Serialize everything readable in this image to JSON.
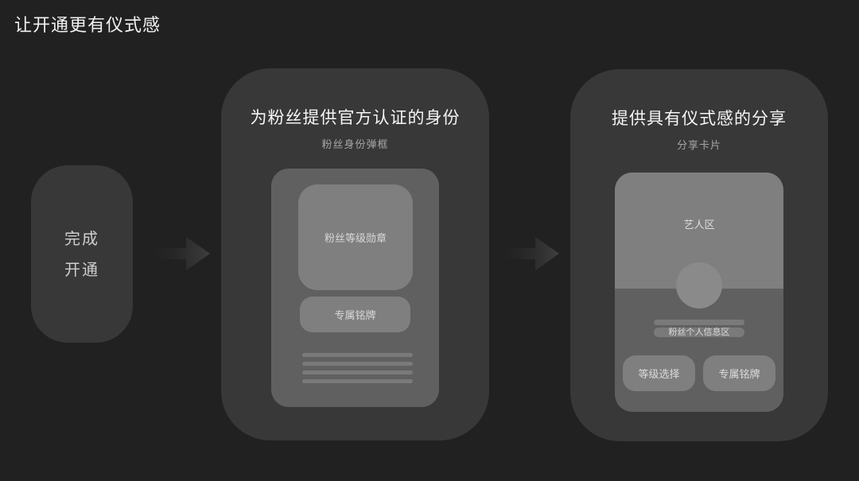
{
  "page": {
    "title": "让开通更有仪式感"
  },
  "start": {
    "line1": "完成",
    "line2": "开通"
  },
  "step1": {
    "title": "为粉丝提供官方认证的身份",
    "subtitle": "粉丝身份弹框",
    "badge_label": "粉丝等级勋章",
    "plate_label": "专属铭牌"
  },
  "step2": {
    "title": "提供具有仪式感的分享",
    "subtitle": "分享卡片",
    "artist_label": "艺人区",
    "info_label": "粉丝个人信息区",
    "buttons": [
      "等级选择",
      "专属铭牌"
    ]
  },
  "icons": {
    "arrow": "arrow-right-icon"
  },
  "colors": {
    "background": "#212121",
    "panel": "#383838",
    "inner": "#606060",
    "element": "#7f7f7f"
  }
}
